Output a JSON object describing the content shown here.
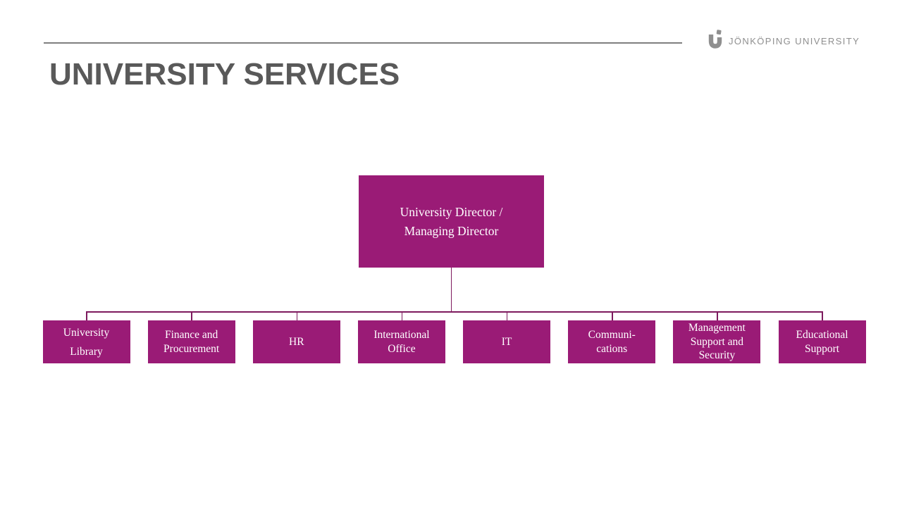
{
  "header": {
    "title": "UNIVERSITY SERVICES",
    "logo_text": "JÖNKÖPING UNIVERSITY",
    "logo_icon": "ju-monogram-icon"
  },
  "colors": {
    "background": "#FFFFFF",
    "box_fill": "#9A1B76",
    "box_text": "#FFFFFF",
    "connector": "#7D1A5E",
    "title_text": "#595959",
    "rule": "#7F7F7F",
    "logo_gray": "#8F8F8F"
  },
  "org_chart": {
    "root": {
      "lines": [
        "University Director /",
        "Managing Director"
      ]
    },
    "departments": [
      {
        "lines": [
          "University",
          "Library"
        ]
      },
      {
        "lines": [
          "Finance and",
          "Procurement"
        ]
      },
      {
        "lines": [
          "HR"
        ]
      },
      {
        "lines": [
          "International",
          "Office"
        ]
      },
      {
        "lines": [
          "IT"
        ]
      },
      {
        "lines": [
          "Communi-",
          "cations"
        ]
      },
      {
        "lines": [
          "Management",
          "Support and",
          "Security"
        ]
      },
      {
        "lines": [
          "Educational",
          "Support"
        ]
      }
    ]
  }
}
